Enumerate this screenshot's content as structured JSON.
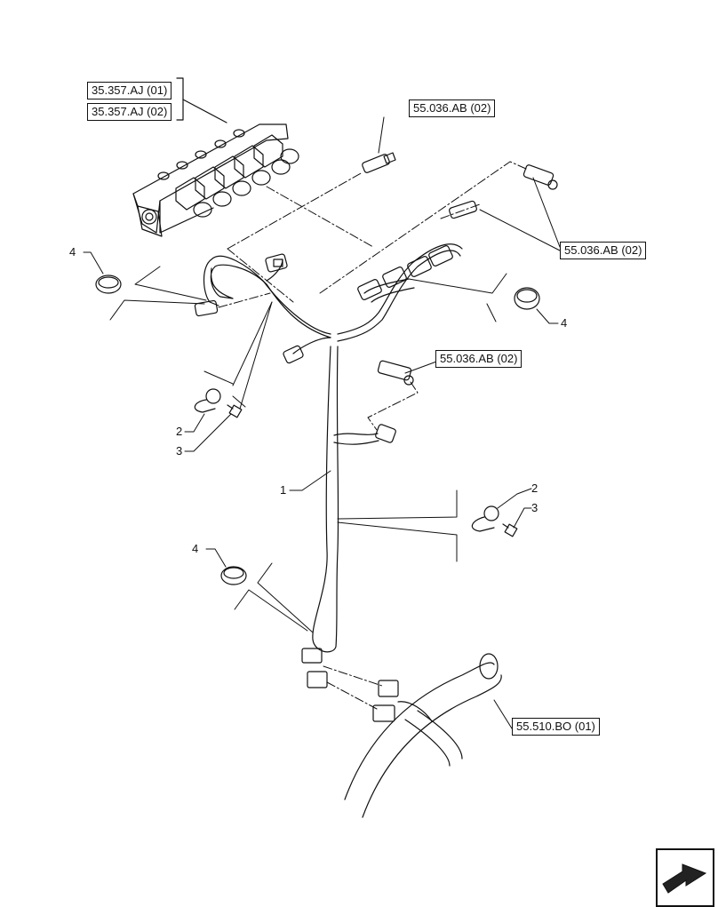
{
  "references": {
    "valve_1": "35.357.AJ (01)",
    "valve_2": "35.357.AJ (02)",
    "sensor_top": "55.036.AB (02)",
    "sensor_right": "55.036.AB (02)",
    "sensor_mid": "55.036.AB (02)",
    "harness": "55.510.BO (01)"
  },
  "callouts": {
    "ring_upper_left": "4",
    "ring_right": "4",
    "clip_left": "2",
    "bolt_left": "3",
    "harness_main": "1",
    "clip_right": "2",
    "bolt_right": "3",
    "ring_lower": "4"
  },
  "icons": {
    "nav": "next-page-arrow-icon"
  }
}
